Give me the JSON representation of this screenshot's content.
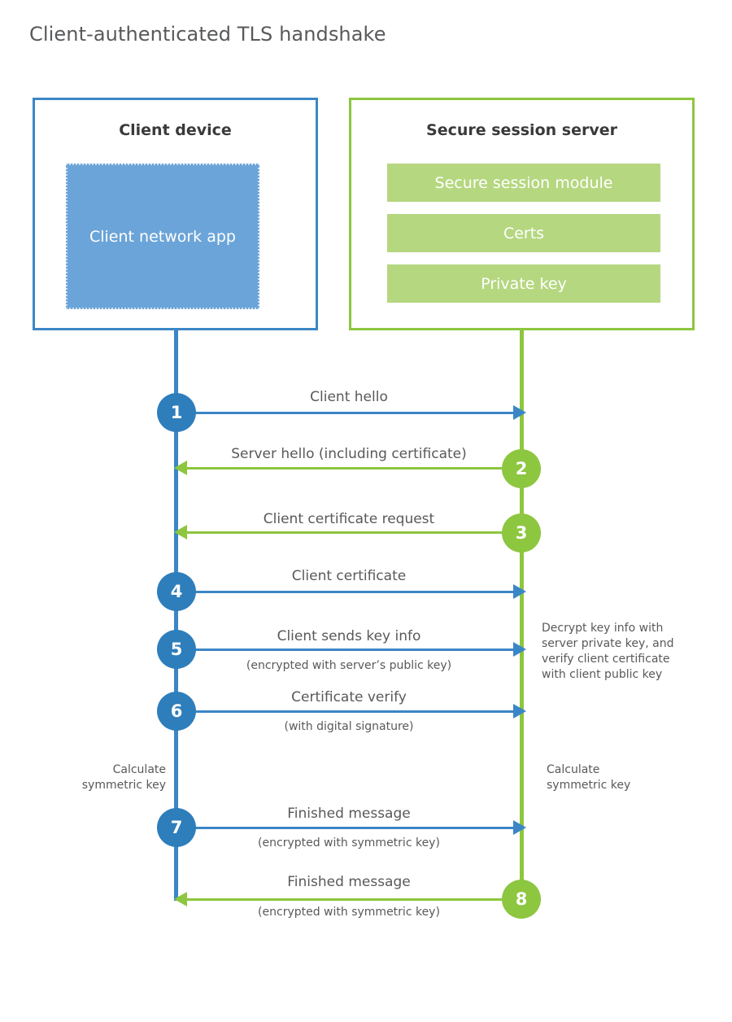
{
  "title": "Client-authenticated TLS handshake",
  "colors": {
    "blue": "#3b86c6",
    "blue_circle": "#2e7ebc",
    "blue_app": "#6ba4d8",
    "green": "#8dc63f",
    "green_bar": "#b5d780",
    "text": "#58595b",
    "background": "#ffffff"
  },
  "client": {
    "title": "Client device",
    "app_label": "Client network app"
  },
  "server": {
    "title": "Secure session server",
    "bars": [
      {
        "label": "Secure session module"
      },
      {
        "label": "Certs"
      },
      {
        "label": "Private key"
      }
    ]
  },
  "notes": {
    "client_calculate": "Calculate\nsymmetric key",
    "client_calculate_line1": "Calculate",
    "client_calculate_line2": "symmetric key",
    "server_calculate_line1": "Calculate",
    "server_calculate_line2": "symmetric key",
    "server_decrypt_line1": "Decrypt key info with",
    "server_decrypt_line2": "server private key, and",
    "server_decrypt_line3": "verify client certificate",
    "server_decrypt_line4": "with client public key"
  },
  "steps": [
    {
      "number": "1",
      "label": "Client hello",
      "sublabel": "",
      "direction": "right",
      "color": "blue"
    },
    {
      "number": "2",
      "label": "Server hello (including certificate)",
      "sublabel": "",
      "direction": "left",
      "color": "green"
    },
    {
      "number": "3",
      "label": "Client certificate request",
      "sublabel": "",
      "direction": "left",
      "color": "green"
    },
    {
      "number": "4",
      "label": "Client certificate",
      "sublabel": "",
      "direction": "right",
      "color": "blue"
    },
    {
      "number": "5",
      "label": "Client sends key info",
      "sublabel": "(encrypted with server’s public key)",
      "direction": "right",
      "color": "blue"
    },
    {
      "number": "6",
      "label": "Certificate verify",
      "sublabel": "(with digital signature)",
      "direction": "right",
      "color": "blue"
    },
    {
      "number": "7",
      "label": "Finished message",
      "sublabel": "(encrypted with symmetric key)",
      "direction": "right",
      "color": "blue"
    },
    {
      "number": "8",
      "label": "Finished message",
      "sublabel": "(encrypted with symmetric key)",
      "direction": "left",
      "color": "green"
    }
  ]
}
